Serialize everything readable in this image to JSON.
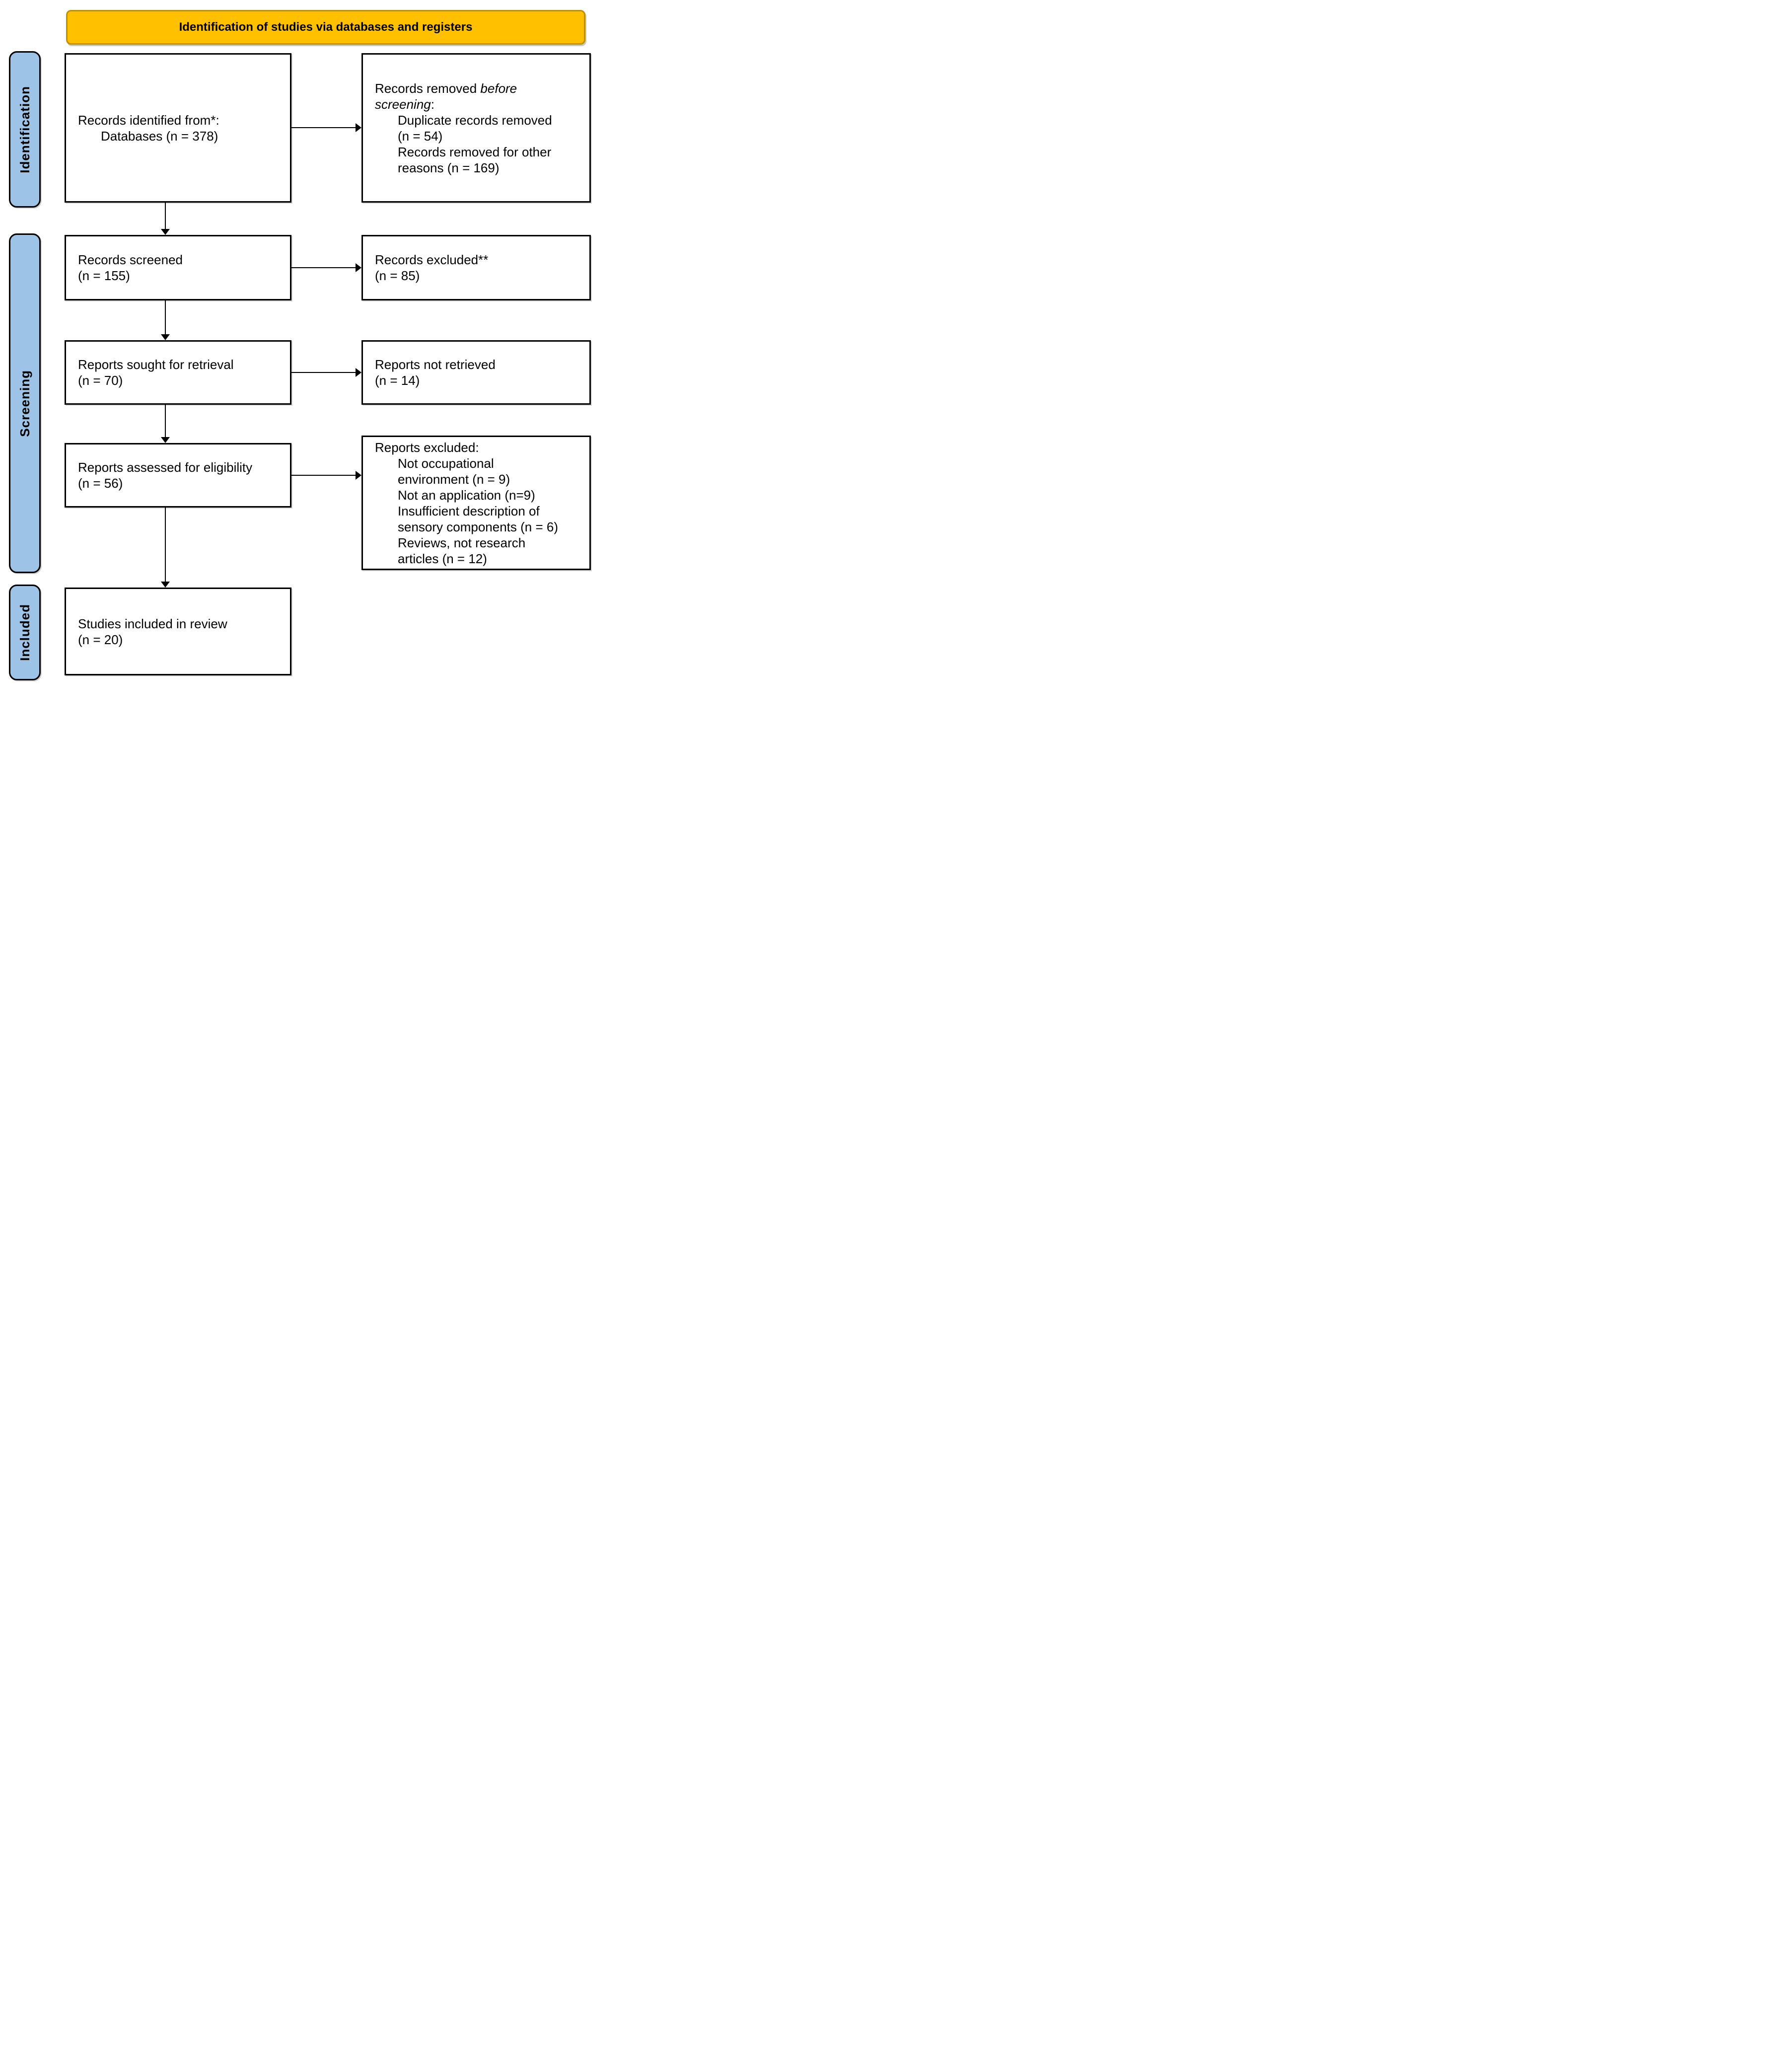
{
  "title_banner": {
    "text": "Identification of studies via databases and registers"
  },
  "colors": {
    "banner_bg": "#FFC000",
    "banner_border": "#BF9000",
    "stage_pill_bg": "#9DC3E6",
    "stage_pill_border": "#000000",
    "box_bg": "#FFFFFF",
    "box_border": "#000000",
    "arrow": "#000000",
    "text": "#000000"
  },
  "stages": [
    {
      "label": "Identification"
    },
    {
      "label": "Screening"
    },
    {
      "label": "Included"
    }
  ],
  "boxes": [
    {
      "id": "records-identified",
      "lines": [
        {
          "indent": 0,
          "segments": [
            {
              "text": "Records identified from*:"
            }
          ]
        },
        {
          "indent": 1,
          "segments": [
            {
              "text": "Databases (n = 378)"
            }
          ]
        }
      ]
    },
    {
      "id": "records-removed-before-screening",
      "lines": [
        {
          "indent": 0,
          "segments": [
            {
              "text": "Records removed "
            },
            {
              "text": "before",
              "italic": true
            }
          ]
        },
        {
          "indent": 0,
          "segments": [
            {
              "text": "screening",
              "italic": true
            },
            {
              "text": ":"
            }
          ]
        },
        {
          "indent": 1,
          "segments": [
            {
              "text": "Duplicate records removed"
            }
          ]
        },
        {
          "indent": 1,
          "segments": [
            {
              "text": "(n = 54)"
            }
          ]
        },
        {
          "indent": 1,
          "segments": [
            {
              "text": "Records removed for other"
            }
          ]
        },
        {
          "indent": 1,
          "segments": [
            {
              "text": "reasons (n = 169)"
            }
          ]
        }
      ]
    },
    {
      "id": "records-screened",
      "lines": [
        {
          "indent": 0,
          "segments": [
            {
              "text": "Records screened"
            }
          ]
        },
        {
          "indent": 0,
          "segments": [
            {
              "text": "(n = 155)"
            }
          ]
        }
      ]
    },
    {
      "id": "records-excluded",
      "lines": [
        {
          "indent": 0,
          "segments": [
            {
              "text": "Records excluded**"
            }
          ]
        },
        {
          "indent": 0,
          "segments": [
            {
              "text": "(n = 85)"
            }
          ]
        }
      ]
    },
    {
      "id": "reports-sought-for-retrieval",
      "lines": [
        {
          "indent": 0,
          "segments": [
            {
              "text": "Reports sought for retrieval"
            }
          ]
        },
        {
          "indent": 0,
          "segments": [
            {
              "text": "(n = 70)"
            }
          ]
        }
      ]
    },
    {
      "id": "reports-not-retrieved",
      "lines": [
        {
          "indent": 0,
          "segments": [
            {
              "text": "Reports not retrieved"
            }
          ]
        },
        {
          "indent": 0,
          "segments": [
            {
              "text": "(n = 14)"
            }
          ]
        }
      ]
    },
    {
      "id": "reports-assessed-for-eligibility",
      "lines": [
        {
          "indent": 0,
          "segments": [
            {
              "text": "Reports assessed for eligibility"
            }
          ]
        },
        {
          "indent": 0,
          "segments": [
            {
              "text": "(n = 56)"
            }
          ]
        }
      ]
    },
    {
      "id": "reports-excluded",
      "lines": [
        {
          "indent": 0,
          "segments": [
            {
              "text": "Reports excluded:"
            }
          ]
        },
        {
          "indent": 1,
          "segments": [
            {
              "text": "Not occupational"
            }
          ]
        },
        {
          "indent": 1,
          "segments": [
            {
              "text": "environment (n = 9)"
            }
          ]
        },
        {
          "indent": 1,
          "segments": [
            {
              "text": "Not an application (n=9)"
            }
          ]
        },
        {
          "indent": 1,
          "segments": [
            {
              "text": "Insufficient description of"
            }
          ]
        },
        {
          "indent": 1,
          "segments": [
            {
              "text": "sensory components (n = 6)"
            }
          ]
        },
        {
          "indent": 1,
          "segments": [
            {
              "text": "Reviews, not research"
            }
          ]
        },
        {
          "indent": 1,
          "segments": [
            {
              "text": "articles (n = 12)"
            }
          ]
        }
      ]
    },
    {
      "id": "studies-included-in-review",
      "lines": [
        {
          "indent": 0,
          "segments": [
            {
              "text": "Studies included in review"
            }
          ]
        },
        {
          "indent": 0,
          "segments": [
            {
              "text": "(n = 20)"
            }
          ]
        }
      ]
    }
  ]
}
